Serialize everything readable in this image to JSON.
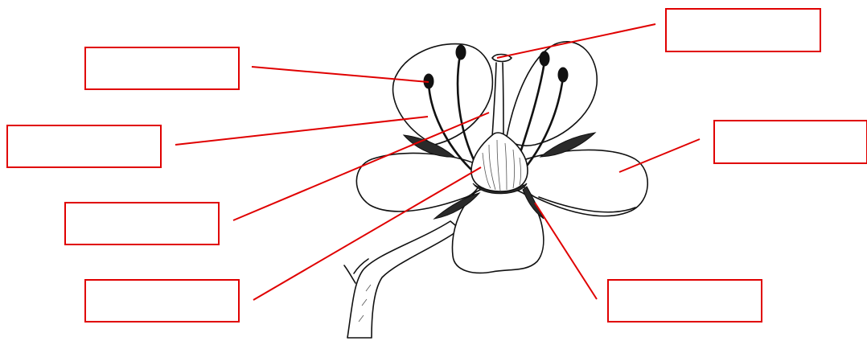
{
  "diagram": {
    "subject": "flower-structure",
    "labels": [
      {
        "id": "top-right",
        "text": ""
      },
      {
        "id": "upper-left",
        "text": ""
      },
      {
        "id": "left",
        "text": ""
      },
      {
        "id": "right",
        "text": ""
      },
      {
        "id": "middle-left",
        "text": ""
      },
      {
        "id": "lower-left",
        "text": ""
      },
      {
        "id": "bottom-right",
        "text": ""
      }
    ],
    "colors": {
      "label_border": "#e00000",
      "leader_line": "#e00000",
      "ink": "#111111",
      "background": "#ffffff"
    }
  }
}
